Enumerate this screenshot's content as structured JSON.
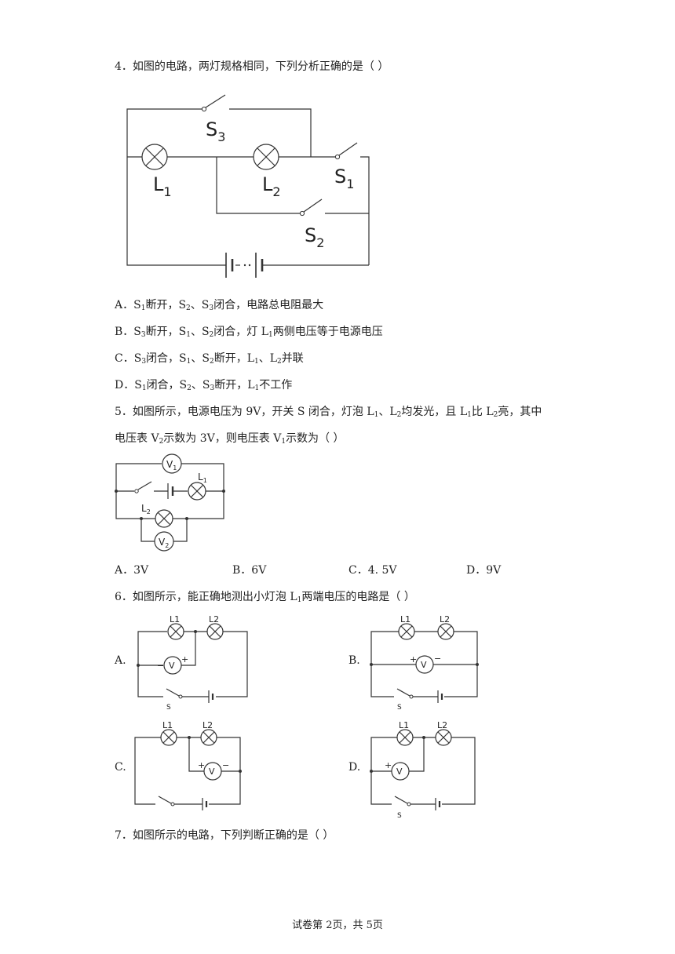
{
  "q4": {
    "stem": "4．如图的电路，两灯规格相同，下列分析正确的是（        ）",
    "fig": {
      "s3": "S",
      "s3_sub": "3",
      "l1": "L",
      "l1_sub": "1",
      "l2": "L",
      "l2_sub": "2",
      "s1": "S",
      "s1_sub": "1",
      "s2": "S",
      "s2_sub": "2"
    },
    "options": [
      {
        "k": "A．",
        "p1": "S",
        "s1": "1",
        "p2": "断开，S",
        "s2": "2",
        "p3": "、S",
        "s3": "3",
        "p4": "闭合，电路总电阻最大"
      },
      {
        "k": "B．",
        "p1": "S",
        "s1": "3",
        "p2": "断开，S",
        "s2": "1",
        "p3": "、S",
        "s3": "2",
        "p4": "闭合，灯 L",
        "s4": "1",
        "p5": "两侧电压等于电源电压"
      },
      {
        "k": "C．",
        "p1": "S",
        "s1": "3",
        "p2": "闭合，S",
        "s2": "1",
        "p3": "、S",
        "s3": "2",
        "p4": "断开，L",
        "s4": "1",
        "p5": "、L",
        "s5": "2",
        "p6": "并联"
      },
      {
        "k": "D．",
        "p1": "S",
        "s1": "1",
        "p2": "闭合，S",
        "s2": "2",
        "p3": "、S",
        "s3": "3",
        "p4": "断开，L",
        "s4": "1",
        "p5": "不工作"
      }
    ]
  },
  "q5": {
    "line1": {
      "a": "5．如图所示，电源电压为 9V，开关 S 闭合，灯泡 L",
      "s1": "1",
      "b": "、L",
      "s2": "2",
      "c": "均发光，且 L",
      "s3": "1",
      "d": "比 L",
      "s4": "2",
      "e": "亮，其中"
    },
    "line2": {
      "a": "电压表 V",
      "s1": "2",
      "b": "示数为 3V，则电压表 V",
      "s2": "1",
      "c": "示数为（        ）"
    },
    "fig": {
      "v1": "V",
      "v1_sub": "1",
      "v2": "V",
      "v2_sub": "2",
      "l1": "L",
      "l1_sub": "1",
      "l2": "L",
      "l2_sub": "2"
    },
    "options": [
      {
        "k": "A．",
        "v": "3V"
      },
      {
        "k": "B．",
        "v": "6V"
      },
      {
        "k": "C．",
        "v": "4. 5V"
      },
      {
        "k": "D．",
        "v": "9V"
      }
    ]
  },
  "q6": {
    "stem": {
      "a": "6．如图所示，能正确地测出小灯泡 L",
      "s": "1",
      "b": "两端电压的电路是（        ）"
    },
    "labels": {
      "a": "A.",
      "b": "B.",
      "c": "C.",
      "d": "D."
    },
    "fig": {
      "l1": "L1",
      "l2": "L2",
      "v": "V",
      "s": "S",
      "plus": "+",
      "minus": "−"
    }
  },
  "q7": {
    "stem": "7．如图所示的电路，下列判断正确的是（        ）"
  },
  "footer": "试卷第 2页，共 5页"
}
